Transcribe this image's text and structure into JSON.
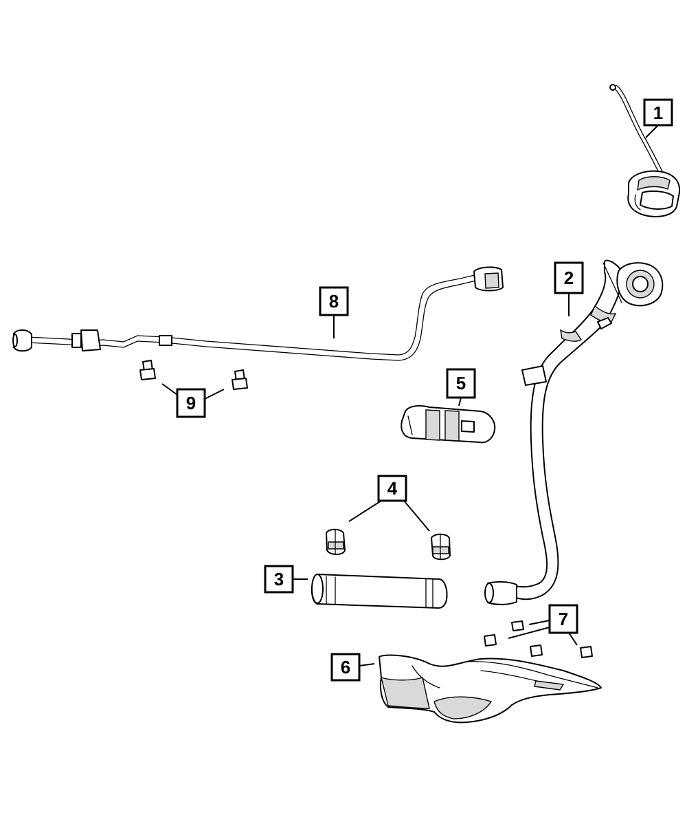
{
  "diagram": {
    "callouts": [
      {
        "id": "1",
        "label": "1"
      },
      {
        "id": "2",
        "label": "2"
      },
      {
        "id": "3",
        "label": "3"
      },
      {
        "id": "4",
        "label": "4"
      },
      {
        "id": "5",
        "label": "5"
      },
      {
        "id": "6",
        "label": "6"
      },
      {
        "id": "7",
        "label": "7"
      },
      {
        "id": "8",
        "label": "8"
      },
      {
        "id": "9",
        "label": "9"
      }
    ],
    "colors": {
      "line": "#000000",
      "background": "#ffffff",
      "shade": "#d9d9d9"
    }
  }
}
